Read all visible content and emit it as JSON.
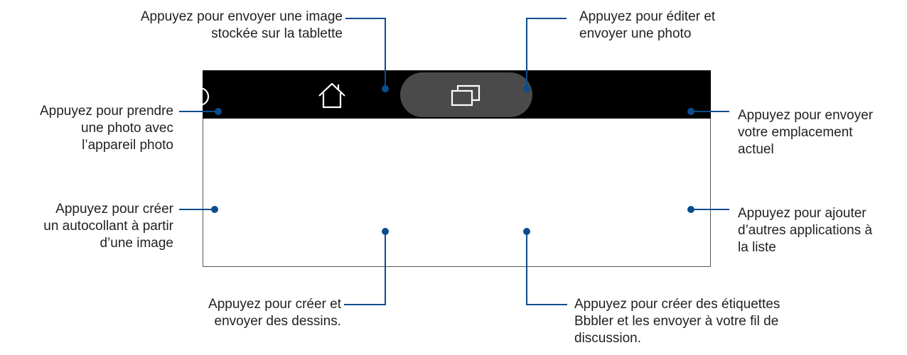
{
  "callouts": {
    "stored_image": {
      "lines": [
        "Appuyez pour envoyer une image",
        "stockée sur la tablette"
      ]
    },
    "edit_photo": {
      "lines": [
        "Appuyez pour éditer et",
        "envoyer une photo"
      ]
    },
    "camera": {
      "lines": [
        "Appuyez pour prendre",
        "une photo avec",
        "l’appareil photo"
      ]
    },
    "location": {
      "lines": [
        "Appuyez pour envoyer",
        "votre emplacement",
        "actuel"
      ]
    },
    "sticker": {
      "lines": [
        "Appuyez pour créer",
        "un autocollant à partir",
        "d’une image"
      ]
    },
    "add_apps": {
      "lines": [
        "Appuyez pour ajouter",
        "d’autres applications à",
        "la liste"
      ]
    },
    "drawings": {
      "lines": [
        "Appuyez pour créer et",
        "envoyer des dessins."
      ]
    },
    "bbbler_labels": {
      "lines": [
        "Appuyez pour créer des étiquettes",
        "Bbbler et les envoyer à votre fil de",
        "discussion."
      ]
    }
  },
  "navbar": {
    "icons": [
      "back-icon",
      "home-icon",
      "recents-icon"
    ]
  },
  "colors": {
    "leader": "#0b4d8c",
    "navbar": "#000000",
    "pill": "#4a4a4a",
    "icon": "#ffffff",
    "text": "#231f20"
  }
}
